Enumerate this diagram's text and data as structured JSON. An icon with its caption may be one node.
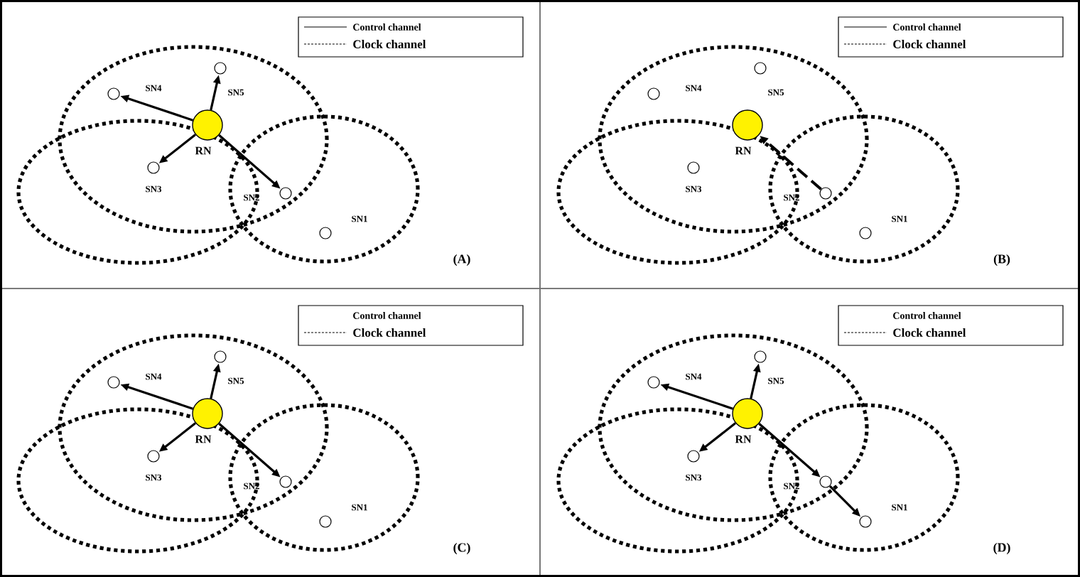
{
  "diagram": {
    "nodes": [
      {
        "text": [
          "(A)"
        ]
      },
      {
        "text": [
          "RN"
        ],
        "in": 0
      },
      {
        "text": [
          "SN1"
        ],
        "in": 0
      },
      {
        "text": [
          "SN2"
        ],
        "in": 0
      },
      {
        "text": [
          "SN3"
        ],
        "in": 0
      },
      {
        "text": [
          "SN4"
        ],
        "in": 0
      },
      {
        "text": [
          "SN5"
        ],
        "in": 0
      },
      {
        "text": [
          "(B)"
        ]
      },
      {
        "text": [
          "RN"
        ],
        "in": 7
      },
      {
        "text": [
          "SN1"
        ],
        "in": 7
      },
      {
        "text": [
          "SN2"
        ],
        "in": 7
      },
      {
        "text": [
          "SN3"
        ],
        "in": 7
      },
      {
        "text": [
          "SN4"
        ],
        "in": 7
      },
      {
        "text": [
          "SN5"
        ],
        "in": 7
      },
      {
        "text": [
          "(C)"
        ]
      },
      {
        "text": [
          "RN"
        ],
        "in": 14
      },
      {
        "text": [
          "SN1"
        ],
        "in": 14
      },
      {
        "text": [
          "SN2"
        ],
        "in": 14
      },
      {
        "text": [
          "SN3"
        ],
        "in": 14
      },
      {
        "text": [
          "SN4"
        ],
        "in": 14
      },
      {
        "text": [
          "SN5"
        ],
        "in": 14
      },
      {
        "text": [
          "(D)"
        ]
      },
      {
        "text": [
          "RN"
        ],
        "in": 21
      },
      {
        "text": [
          "SN1"
        ],
        "in": 21
      },
      {
        "text": [
          "SN2"
        ],
        "in": 21
      },
      {
        "text": [
          "SN3"
        ],
        "in": 21
      },
      {
        "text": [
          "SN4"
        ],
        "in": 21
      },
      {
        "text": [
          "SN5"
        ],
        "in": 21
      }
    ],
    "edges": [
      {
        "from": 1,
        "to": 5,
        "arrow": "to"
      },
      {
        "from": 1,
        "to": 6,
        "arrow": "to"
      },
      {
        "from": 1,
        "to": 4,
        "arrow": "to"
      },
      {
        "from": 1,
        "to": 3,
        "arrow": "to"
      },
      {
        "from": 10,
        "to": 8,
        "arrow": "to",
        "style": "dashed"
      },
      {
        "from": 15,
        "to": 19,
        "arrow": "to"
      },
      {
        "from": 15,
        "to": 20,
        "arrow": "to"
      },
      {
        "from": 15,
        "to": 18,
        "arrow": "to"
      },
      {
        "from": 15,
        "to": 17,
        "arrow": "to"
      },
      {
        "from": 22,
        "to": 26,
        "arrow": "to"
      },
      {
        "from": 22,
        "to": 27,
        "arrow": "to"
      },
      {
        "from": 22,
        "to": 25,
        "arrow": "to"
      },
      {
        "from": 22,
        "to": 24,
        "arrow": "to"
      },
      {
        "from": 24,
        "to": 23,
        "arrow": "to"
      }
    ],
    "legend": [
      {
        "text": "Control channel"
      },
      {
        "text": "Clock channel"
      },
      {
        "text": "Control channel"
      },
      {
        "text": "Clock channel"
      },
      {
        "text": "Control channel"
      },
      {
        "text": "Clock channel"
      },
      {
        "text": "Control channel"
      },
      {
        "text": "Clock channel"
      }
    ]
  }
}
